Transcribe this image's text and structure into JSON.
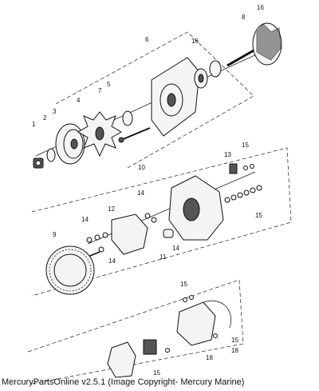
{
  "caption": "MercuryPartsOnline v2.5.1 (Image Copyright- Mercury Marine)",
  "callouts": [
    "1",
    "2",
    "3",
    "4",
    "5",
    "6",
    "7",
    "8",
    "16",
    "16",
    "13",
    "15",
    "10",
    "15",
    "14",
    "12",
    "14",
    "9",
    "14",
    "14",
    "11",
    "15",
    "15",
    "18",
    "15",
    "18"
  ]
}
